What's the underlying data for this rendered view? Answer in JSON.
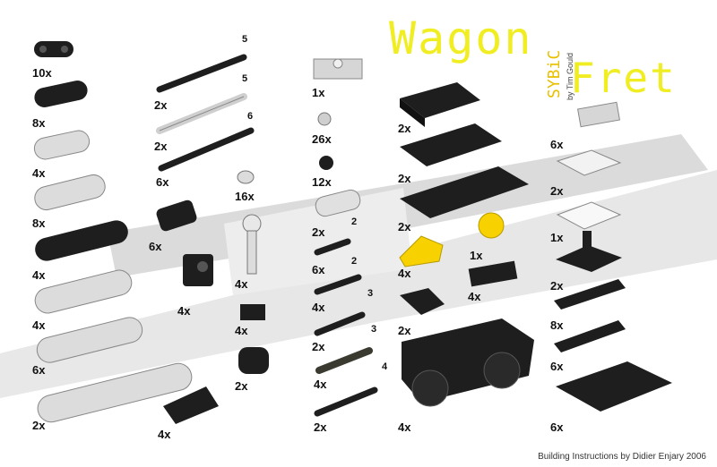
{
  "title": {
    "line1": "Wagon",
    "line2": "Fret",
    "brand": "SYBiC",
    "byline": "by Tim Gould"
  },
  "credit": "Building Instructions by Didier Enjary 2006",
  "colors": {
    "black_part": "#1e1e1e",
    "gray_part": "#d8d8d8",
    "yellow_part": "#f7d200",
    "title": "#f0ee22"
  },
  "parts": [
    {
      "id": "p1",
      "qty": "10x"
    },
    {
      "id": "p2",
      "qty": "8x"
    },
    {
      "id": "p3",
      "qty": "4x"
    },
    {
      "id": "p4",
      "qty": "8x"
    },
    {
      "id": "p5",
      "qty": "4x"
    },
    {
      "id": "p6",
      "qty": "4x"
    },
    {
      "id": "p7",
      "qty": "6x"
    },
    {
      "id": "p8",
      "qty": "2x"
    },
    {
      "id": "a1",
      "qty": "2x",
      "len": "5"
    },
    {
      "id": "a2",
      "qty": "2x",
      "len": "5"
    },
    {
      "id": "a3",
      "qty": "6x",
      "len": "6"
    },
    {
      "id": "c1",
      "qty": "16x"
    },
    {
      "id": "c2",
      "qty": "6x"
    },
    {
      "id": "c3",
      "qty": "4x"
    },
    {
      "id": "c4",
      "qty": "4x"
    },
    {
      "id": "c5",
      "qty": "4x"
    },
    {
      "id": "c6",
      "qty": "2x"
    },
    {
      "id": "c7",
      "qty": "4x"
    },
    {
      "id": "d1",
      "qty": "1x"
    },
    {
      "id": "d2",
      "qty": "26x"
    },
    {
      "id": "d3",
      "qty": "12x"
    },
    {
      "id": "d4",
      "qty": "2x",
      "len": "2"
    },
    {
      "id": "d5",
      "qty": "6x",
      "len": "2"
    },
    {
      "id": "d6",
      "qty": "4x",
      "len": "3"
    },
    {
      "id": "d7",
      "qty": "2x",
      "len": "3"
    },
    {
      "id": "d8",
      "qty": "4x"
    },
    {
      "id": "d9",
      "qty": "2x",
      "len": "4"
    },
    {
      "id": "e1",
      "qty": "2x"
    },
    {
      "id": "e2",
      "qty": "2x"
    },
    {
      "id": "e3",
      "qty": "2x"
    },
    {
      "id": "e4",
      "qty": "4x"
    },
    {
      "id": "e5",
      "qty": "2x"
    },
    {
      "id": "e6",
      "qty": "4x"
    },
    {
      "id": "f1",
      "qty": "1x"
    },
    {
      "id": "f2",
      "qty": "4x"
    },
    {
      "id": "g1",
      "qty": "6x"
    },
    {
      "id": "g2",
      "qty": "2x"
    },
    {
      "id": "g3",
      "qty": "1x"
    },
    {
      "id": "g4",
      "qty": "2x"
    },
    {
      "id": "g5",
      "qty": "8x"
    },
    {
      "id": "g6",
      "qty": "6x"
    },
    {
      "id": "g7",
      "qty": "6x"
    }
  ]
}
